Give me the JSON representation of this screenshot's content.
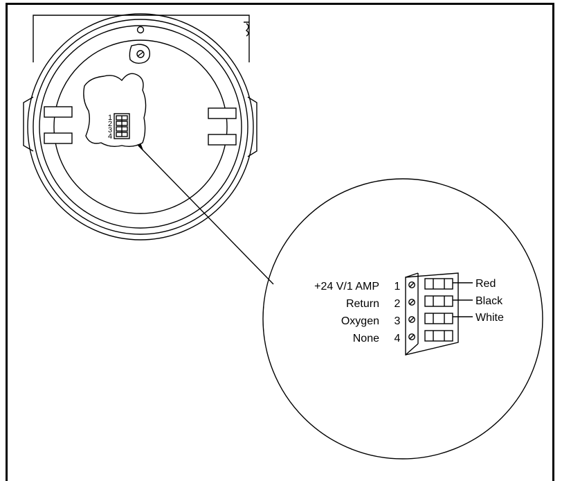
{
  "detail": {
    "terminals": [
      {
        "number": "1",
        "signal": "+24 V/1 AMP"
      },
      {
        "number": "2",
        "signal": "Return"
      },
      {
        "number": "3",
        "signal": "Oxygen"
      },
      {
        "number": "4",
        "signal": "None"
      }
    ],
    "wires": [
      {
        "color_label": "Red"
      },
      {
        "color_label": "Black"
      },
      {
        "color_label": "White"
      }
    ]
  },
  "housing": {
    "terminal_numbers": [
      "1",
      "2",
      "3",
      "4"
    ]
  }
}
